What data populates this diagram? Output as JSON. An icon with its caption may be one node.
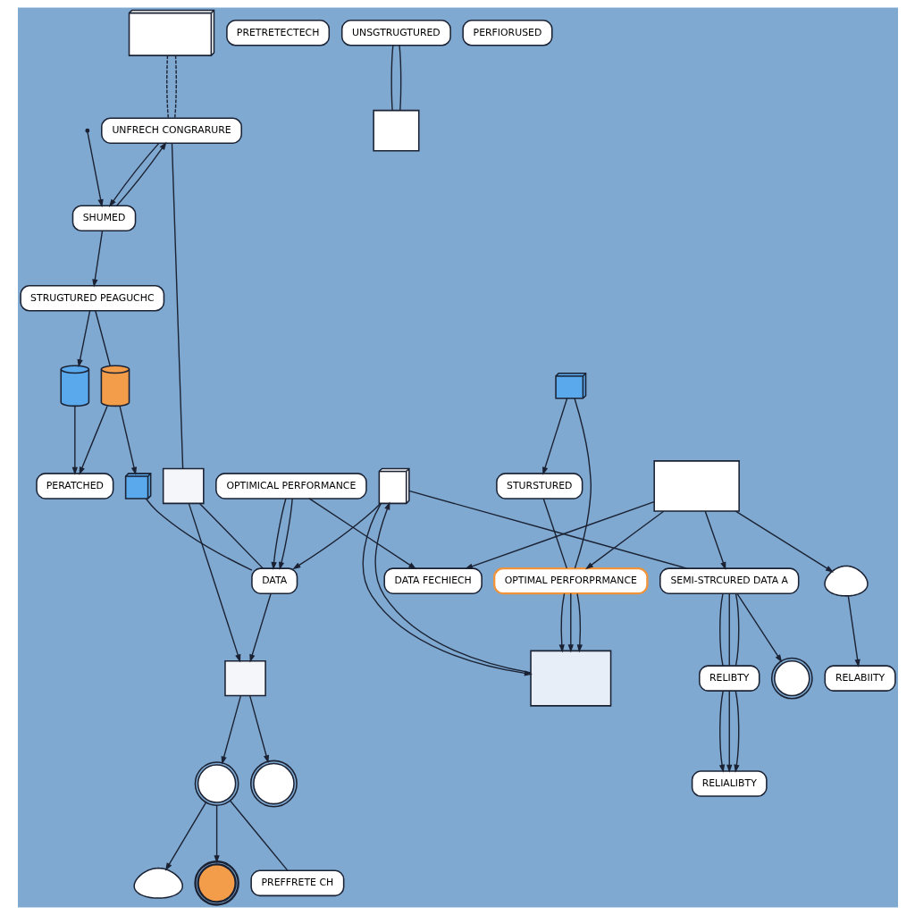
{
  "diagram": {
    "nodes": [
      {
        "text": [],
        "shape": "picture"
      },
      {
        "text": [
          "PRETRETECTECH"
        ]
      },
      {
        "text": [
          "UNSGTRUGTURED"
        ]
      },
      {
        "text": [
          "PERFIORUSED"
        ]
      },
      {
        "text": [],
        "shape": "box"
      },
      {
        "text": [],
        "shape": "gear"
      },
      {
        "text": [],
        "shape": "picture"
      },
      {
        "text": [
          "STURSTURED"
        ]
      },
      {
        "text": [
          "UNFRECH CONGRARURE"
        ]
      },
      {
        "text": [],
        "shape": "cloud"
      },
      {
        "text": [
          "OPTIMAL PERFORPRMANCE"
        ]
      },
      {
        "text": [
          "SHUMED"
        ]
      },
      {
        "text": [],
        "shape": "box"
      },
      {
        "text": [],
        "shape": "box"
      },
      {
        "text": [],
        "shape": "gear"
      },
      {
        "text": [],
        "shape": "gear"
      },
      {
        "text": [],
        "shape": "box"
      },
      {
        "text": [
          "STRUGTURED PEAGUCHC"
        ]
      },
      {
        "text": [
          "PREFFRETE CH"
        ]
      },
      {
        "text": [],
        "shape": "cylinder"
      },
      {
        "text": [],
        "shape": "cylinder"
      },
      {
        "text": [],
        "shape": "picture"
      },
      {
        "text": [
          "DATA"
        ]
      },
      {
        "text": [],
        "shape": "picture"
      },
      {
        "text": [],
        "shape": "box"
      },
      {
        "text": [],
        "shape": "gear"
      },
      {
        "text": [
          "PERATCHED"
        ]
      },
      {
        "text": [
          "OPTIMICAL PERFORMANCE"
        ]
      },
      {
        "text": [
          "SEMI-STRCURED DATA A"
        ]
      },
      {
        "text": [
          "DATA FECHIECH"
        ]
      },
      {
        "text": [],
        "shape": "cloud"
      },
      {
        "text": [
          "RELIBTY"
        ]
      },
      {
        "text": [
          "RELABIITY"
        ]
      },
      {
        "text": [
          "RELIALIBTY"
        ]
      }
    ],
    "edges": [
      {
        "from": 0,
        "to": 8,
        "arrow": "none",
        "style": "dashed"
      },
      {
        "from": 0,
        "to": 8,
        "arrow": "none",
        "style": "dashed"
      },
      {
        "from": 2,
        "to": 4,
        "arrow": "none"
      },
      {
        "from": 2,
        "to": 4,
        "arrow": "none"
      },
      {
        "from": 13,
        "to": 5,
        "arrow": "to"
      },
      {
        "from": 6,
        "to": 7,
        "arrow": "to"
      },
      {
        "from": 6,
        "to": 10,
        "arrow": "none"
      },
      {
        "from": 7,
        "to": 10,
        "arrow": "none"
      },
      {
        "from": 11,
        "to": 8,
        "arrow": "to"
      },
      {
        "from": 8,
        "to": 11,
        "arrow": "to"
      },
      {
        "from": null,
        "to": 11,
        "arrow": "to"
      },
      {
        "from": 11,
        "to": 17,
        "arrow": "to"
      },
      {
        "from": 8,
        "to": 12,
        "arrow": "none"
      },
      {
        "from": 12,
        "to": 13,
        "arrow": "to"
      },
      {
        "from": 13,
        "to": 14,
        "arrow": "to"
      },
      {
        "from": 14,
        "to": 15,
        "arrow": "to"
      },
      {
        "from": 14,
        "to": 9,
        "arrow": "to"
      },
      {
        "from": 14,
        "to": 18,
        "arrow": "none"
      },
      {
        "from": 10,
        "to": 16,
        "arrow": "to"
      },
      {
        "from": 10,
        "to": 16,
        "arrow": "to"
      },
      {
        "from": 10,
        "to": 16,
        "arrow": "to"
      },
      {
        "from": 17,
        "to": 19,
        "arrow": "to"
      },
      {
        "from": 17,
        "to": 20,
        "arrow": "none"
      },
      {
        "from": 19,
        "to": 26,
        "arrow": "to"
      },
      {
        "from": 20,
        "to": 26,
        "arrow": "to"
      },
      {
        "from": 20,
        "to": 21,
        "arrow": "to"
      },
      {
        "from": 21,
        "to": 22,
        "arrow": "none"
      },
      {
        "from": 12,
        "to": 22,
        "arrow": "none"
      },
      {
        "from": 22,
        "to": 13,
        "arrow": "to"
      },
      {
        "from": 23,
        "to": 22,
        "arrow": "to"
      },
      {
        "from": 16,
        "to": 23,
        "arrow": "to"
      },
      {
        "from": 23,
        "to": 16,
        "arrow": "to"
      },
      {
        "from": 24,
        "to": 10,
        "arrow": "to"
      },
      {
        "from": 27,
        "to": 22,
        "arrow": "to"
      },
      {
        "from": 27,
        "to": 22,
        "arrow": "to"
      },
      {
        "from": 27,
        "to": 29,
        "arrow": "to"
      },
      {
        "from": 24,
        "to": 29,
        "arrow": "to"
      },
      {
        "from": 24,
        "to": 30,
        "arrow": "to"
      },
      {
        "from": 30,
        "to": 32,
        "arrow": "to"
      },
      {
        "from": 24,
        "to": 28,
        "arrow": "to"
      },
      {
        "from": 23,
        "to": 28,
        "arrow": "none"
      },
      {
        "from": 28,
        "to": 25,
        "arrow": "to"
      },
      {
        "from": 28,
        "to": 31,
        "arrow": "none"
      },
      {
        "from": 28,
        "to": 31,
        "arrow": "none"
      },
      {
        "from": 28,
        "to": 31,
        "arrow": "none"
      },
      {
        "from": 31,
        "to": 33,
        "arrow": "to"
      },
      {
        "from": 31,
        "to": 33,
        "arrow": "to"
      },
      {
        "from": 31,
        "to": 33,
        "arrow": "to"
      }
    ]
  }
}
